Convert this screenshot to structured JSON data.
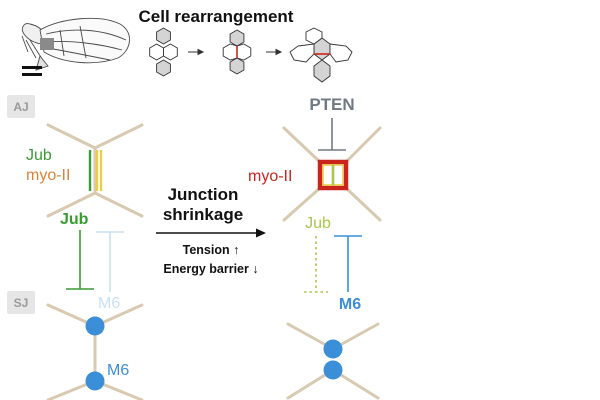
{
  "title": "Cell rearrangement",
  "layers": {
    "aj": "AJ",
    "sj": "SJ"
  },
  "before": {
    "aj_labels": {
      "jub": "Jub",
      "myo": "myo-II"
    },
    "pathway": {
      "jub": "Jub",
      "m6": "M6"
    },
    "sj_label": "M6"
  },
  "arrow": {
    "title_line1": "Junction",
    "title_line2": "shrinkage",
    "tension": "Tension ↑",
    "energy": "Energy barrier ↓"
  },
  "after": {
    "pten": "PTEN",
    "myo": "myo-II",
    "jub": "Jub",
    "m6": "M6"
  },
  "colors": {
    "junction": "#d8c9b1",
    "jub_green": "#3a9a34",
    "jub_light": "#a8c84a",
    "myo_orange": "#d6843a",
    "myo_yellow": "#e8cf4a",
    "myo_red": "#c9251c",
    "m6_blue": "#3b8fd8",
    "m6_pale": "#c9dff2",
    "pten_gray": "#707a84",
    "cell_fill": "#d4d4d4",
    "tag_bg": "#e6e6e6",
    "tag_text": "#9a9a9a"
  }
}
